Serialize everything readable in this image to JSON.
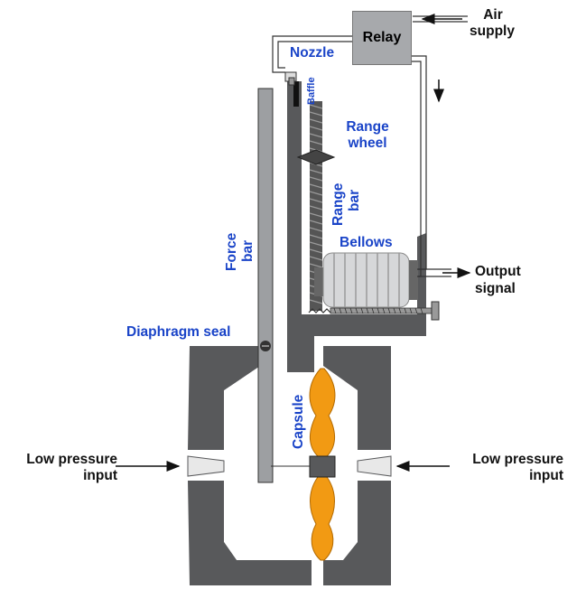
{
  "labels": {
    "relay": "Relay",
    "air_supply_1": "Air",
    "air_supply_2": "supply",
    "nozzle": "Nozzle",
    "baffle": "Baffle",
    "range_wheel_1": "Range",
    "range_wheel_2": "wheel",
    "range_bar_1": "Range",
    "range_bar_2": "bar",
    "force_bar_1": "Force",
    "force_bar_2": "bar",
    "bellows": "Bellows",
    "output_signal_1": "Output",
    "output_signal_2": "signal",
    "diaphragm_seal": "Diaphragm seal",
    "capsule": "Capsule",
    "low_pressure_left_1": "Low pressure",
    "low_pressure_left_2": "input",
    "low_pressure_right_1": "Low pressure",
    "low_pressure_right_2": "input"
  },
  "colors": {
    "body": "#58595b",
    "force_bar": "#9d9fa2",
    "capsule": "#f29a13",
    "relay": "#a7a9ac",
    "bellows": "#d6d7d9",
    "label_blue": "#1a44c8",
    "label_black": "#111111"
  }
}
